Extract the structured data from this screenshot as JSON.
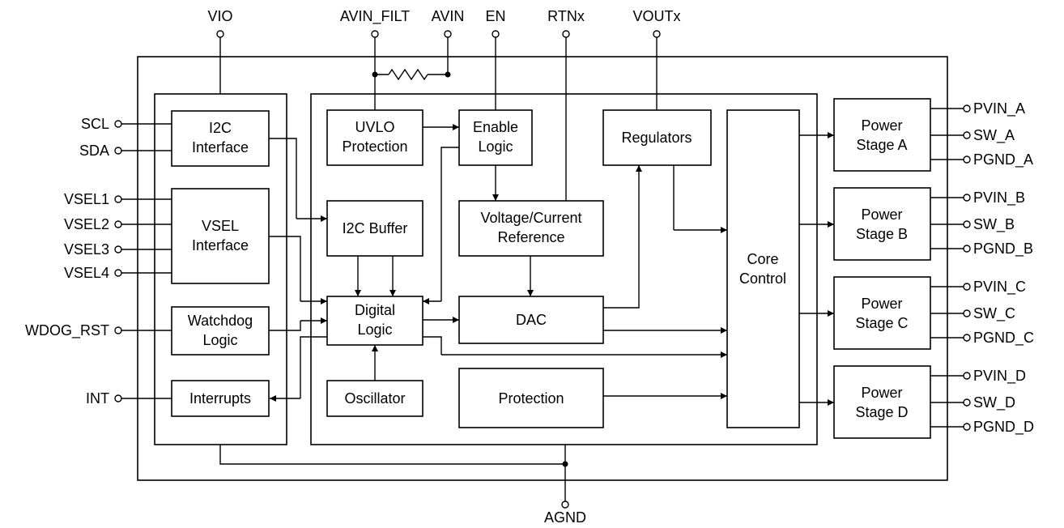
{
  "pins": {
    "top": [
      "VIO",
      "AVIN_FILT",
      "AVIN",
      "EN",
      "RTNx",
      "VOUTx"
    ],
    "left": [
      "SCL",
      "SDA",
      "VSEL1",
      "VSEL2",
      "VSEL3",
      "VSEL4",
      "WDOG_RST",
      "INT"
    ],
    "right": [
      "PVIN_A",
      "SW_A",
      "PGND_A",
      "PVIN_B",
      "SW_B",
      "PGND_B",
      "PVIN_C",
      "SW_C",
      "PGND_C",
      "PVIN_D",
      "SW_D",
      "PGND_D"
    ],
    "bottom": [
      "AGND"
    ]
  },
  "blocks": {
    "i2c_interface": [
      "I2C",
      "Interface"
    ],
    "vsel_interface": [
      "VSEL",
      "Interface"
    ],
    "watchdog_logic": [
      "Watchdog",
      "Logic"
    ],
    "interrupts": [
      "Interrupts"
    ],
    "uvlo_protection": [
      "UVLO",
      "Protection"
    ],
    "enable_logic": [
      "Enable",
      "Logic"
    ],
    "i2c_buffer": [
      "I2C Buffer"
    ],
    "voltage_current_reference": [
      "Voltage/Current",
      "Reference"
    ],
    "digital_logic": [
      "Digital",
      "Logic"
    ],
    "dac": [
      "DAC"
    ],
    "oscillator": [
      "Oscillator"
    ],
    "protection": [
      "Protection"
    ],
    "regulators": [
      "Regulators"
    ],
    "core_control": [
      "Core",
      "Control"
    ],
    "power_stage_a": [
      "Power",
      "Stage A"
    ],
    "power_stage_b": [
      "Power",
      "Stage B"
    ],
    "power_stage_c": [
      "Power",
      "Stage C"
    ],
    "power_stage_d": [
      "Power",
      "Stage D"
    ]
  },
  "colors": {
    "line": "#000000",
    "background": "#ffffff"
  }
}
